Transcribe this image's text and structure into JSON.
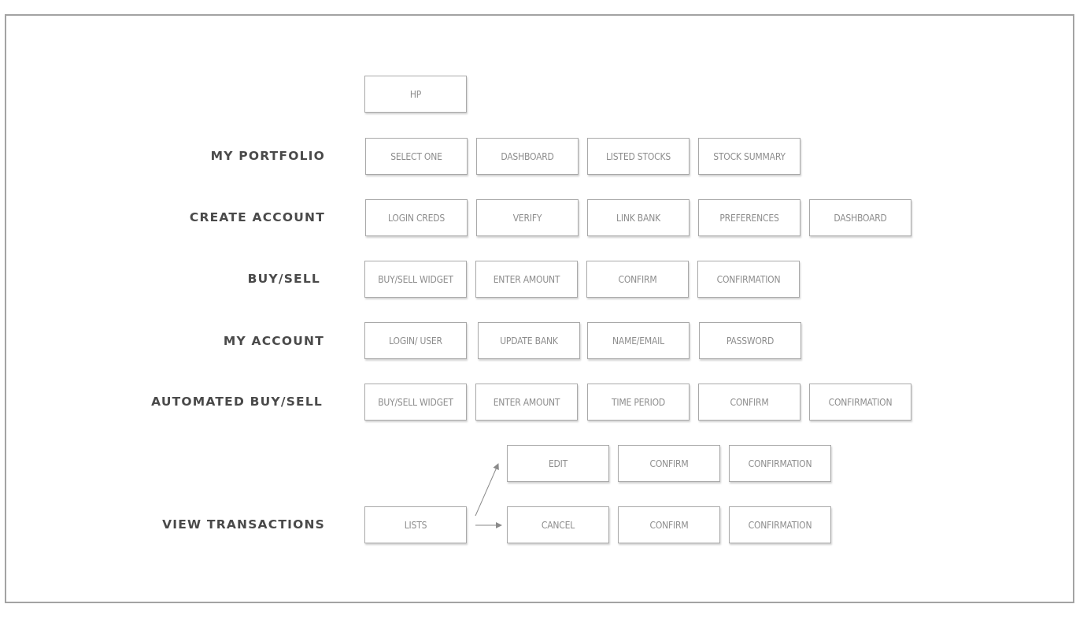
{
  "root": "HP",
  "rows": [
    {
      "label": "MY PORTFOLIO",
      "boxes": [
        "SELECT ONE",
        "DASHBOARD",
        "LISTED STOCKS",
        "STOCK SUMMARY"
      ]
    },
    {
      "label": "CREATE ACCOUNT",
      "boxes": [
        "LOGIN CREDS",
        "VERIFY",
        "LINK BANK",
        "PREFERENCES",
        "DASHBOARD"
      ]
    },
    {
      "label": "BUY/SELL",
      "boxes": [
        "BUY/SELL WIDGET",
        "ENTER AMOUNT",
        "CONFIRM",
        "CONFIRMATION"
      ]
    },
    {
      "label": "MY ACCOUNT",
      "boxes": [
        "LOGIN/ USER",
        "UPDATE BANK",
        "NAME/EMAIL",
        "PASSWORD"
      ]
    },
    {
      "label": "AUTOMATED BUY/SELL",
      "boxes": [
        "BUY/SELL WIDGET",
        "ENTER AMOUNT",
        "TIME PERIOD",
        "CONFIRM",
        "CONFIRMATION"
      ]
    }
  ],
  "transactions": {
    "label": "VIEW TRANSACTIONS",
    "start": "LISTS",
    "edit_branch": [
      "EDIT",
      "CONFIRM",
      "CONFIRMATION"
    ],
    "cancel_branch": [
      "CANCEL",
      "CONFIRM",
      "CONFIRMATION"
    ]
  },
  "colors": {
    "frame": "#a3a3a3",
    "box_border": "#a9a9a9",
    "box_text": "#8d8d8d",
    "label_text": "#4a4a4a",
    "arrow": "#8a8a8a"
  }
}
